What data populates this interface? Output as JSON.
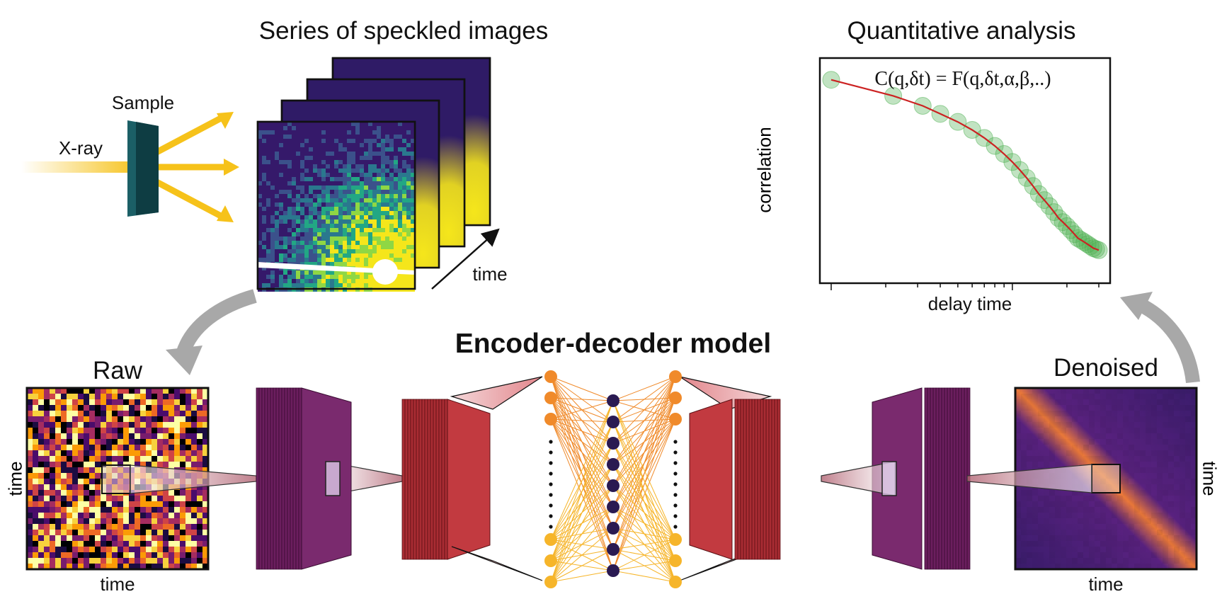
{
  "titles": {
    "speckle_series": "Series of speckled images",
    "quantitative": "Quantitative analysis",
    "model": "Encoder-decoder model"
  },
  "labels": {
    "sample": "Sample",
    "xray": "X-ray",
    "stack_time": "time",
    "raw": "Raw",
    "denoised": "Denoised"
  },
  "plot": {
    "equation": "C(q,δt) = F(q,δt,α,β,..)",
    "xlabel": "delay time",
    "ylabel": "correlation"
  },
  "matrix_axes": {
    "raw_x": "time",
    "raw_y": "time",
    "denoised_x": "time",
    "denoised_y": "time"
  },
  "colors": {
    "beam": "#f6c21a",
    "sample": "#1b5f66",
    "encoder_dark": "#6b1e5e",
    "encoder_red": "#b83038",
    "node_orange": "#f08a2a",
    "node_yellow": "#f6b52a",
    "node_dark": "#2a1a52",
    "fit_line": "#cc2222",
    "points": "#4caf50"
  },
  "chart_data": {
    "type": "scatter",
    "title": "Quantitative analysis",
    "xlabel": "delay time",
    "ylabel": "correlation",
    "x_scale": "log",
    "x": [
      1,
      2.2,
      3.2,
      4,
      5,
      6,
      7,
      8,
      9,
      10,
      11,
      12,
      13,
      14,
      15,
      16,
      17,
      18,
      19,
      20,
      21,
      22,
      23,
      24,
      25,
      26,
      27,
      28,
      29,
      30
    ],
    "series": [
      {
        "values": [
          0.93,
          0.85,
          0.8,
          0.76,
          0.72,
          0.68,
          0.64,
          0.6,
          0.56,
          0.52,
          0.48,
          0.44,
          0.4,
          0.36,
          0.33,
          0.3,
          0.27,
          0.24,
          0.22,
          0.2,
          0.18,
          0.16,
          0.14,
          0.13,
          0.12,
          0.11,
          0.1,
          0.09,
          0.085,
          0.08
        ]
      }
    ],
    "fit": "line"
  }
}
